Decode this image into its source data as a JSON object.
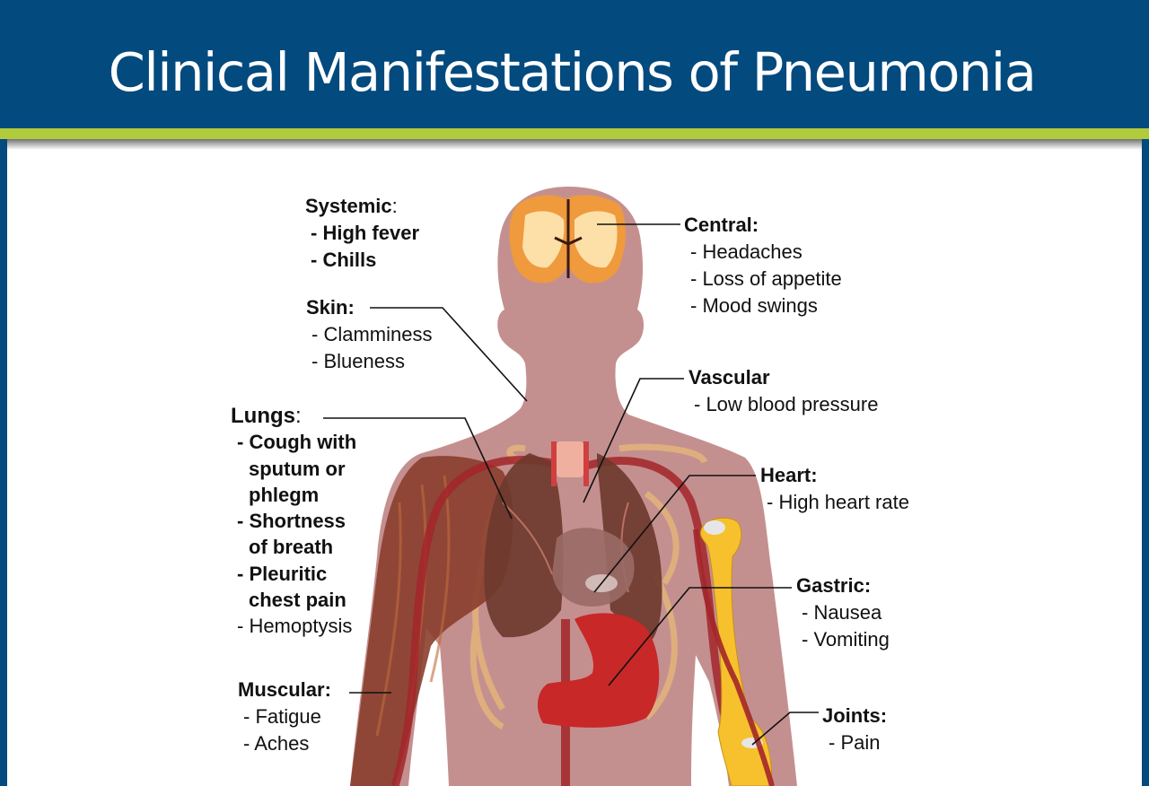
{
  "header": {
    "title": "Clinical Manifestations of Pneumonia"
  },
  "colors": {
    "header_bg": "#034a7e",
    "accent_bar": "#b1cb3c",
    "body_silhouette": "#c4908f",
    "bone": "#f7c12e",
    "artery": "#a3262a",
    "brain": "#f0a040"
  },
  "labels": {
    "systemic": {
      "title": "Systemic",
      "colon": ":",
      "items": [
        "- High fever",
        "- Chills"
      ]
    },
    "central": {
      "title": "Central:",
      "items": [
        "- Headaches",
        "- Loss of appetite",
        "- Mood swings"
      ]
    },
    "skin": {
      "title": "Skin:",
      "items": [
        "- Clamminess",
        "- Blueness"
      ]
    },
    "vascular": {
      "title": "Vascular",
      "items": [
        "- Low blood pressure"
      ]
    },
    "lungs": {
      "title": "Lungs",
      "colon": ":",
      "items": [
        "- Cough with",
        "sputum or",
        "phlegm",
        "- Shortness",
        "of breath",
        "- Pleuritic",
        "chest pain",
        "- Hemoptysis"
      ]
    },
    "heart": {
      "title": "Heart:",
      "items": [
        "- High heart rate"
      ]
    },
    "gastric": {
      "title": "Gastric:",
      "items": [
        "- Nausea",
        "- Vomiting"
      ]
    },
    "muscular": {
      "title": "Muscular:",
      "items": [
        "- Fatigue",
        "- Aches"
      ]
    },
    "joints": {
      "title": "Joints:",
      "items": [
        "- Pain"
      ]
    }
  }
}
